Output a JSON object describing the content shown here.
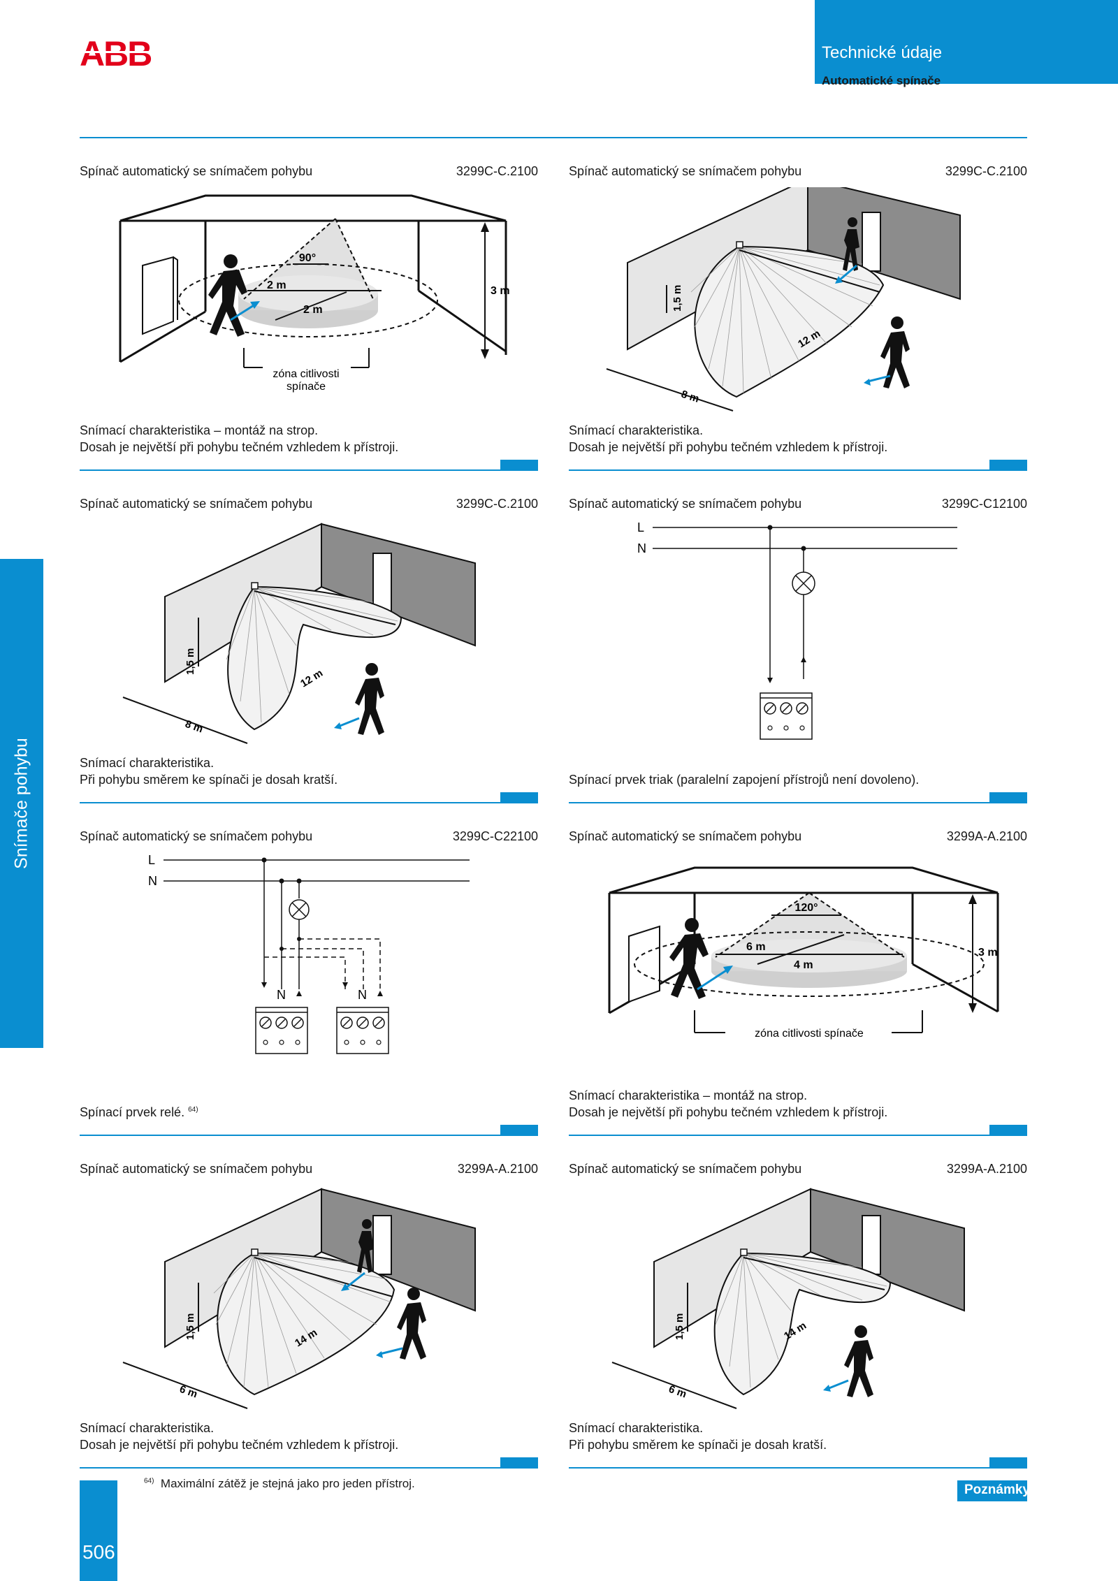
{
  "header": {
    "title": "Technické údaje",
    "subtitle": "Automatické spínače"
  },
  "logo_text": "ABB",
  "side_tab": "Snímače pohybu",
  "panels": [
    {
      "title": "Spínač automatický se snímačem pohybu",
      "code": "3299C-C.2100",
      "caption": [
        "Snímací charakteristika – montáž na strop.",
        "Dosah je největší při pohybu tečném vzhledem k přístroji."
      ],
      "labels": {
        "angle": "90°",
        "r1": "2 m",
        "r2": "2 m",
        "height": "3 m",
        "zone1": "zóna citlivosti",
        "zone2": "spínače"
      }
    },
    {
      "title": "Spínač automatický se snímačem pohybu",
      "code": "3299C-C.2100",
      "caption": [
        "Snímací charakteristika.",
        "Dosah je největší při pohybu tečném vzhledem k přístroji."
      ],
      "labels": {
        "height": "1,5 m",
        "range": "12 m",
        "width": "8 m"
      }
    },
    {
      "title": "Spínač automatický se snímačem pohybu",
      "code": "3299C-C.2100",
      "caption": [
        "Snímací charakteristika.",
        "Při pohybu směrem ke spínači je dosah kratší."
      ],
      "labels": {
        "height": "1,5 m",
        "range": "12 m",
        "width": "8 m"
      }
    },
    {
      "title": "Spínač automatický se snímačem pohybu",
      "code": "3299C-C12100",
      "caption": [
        "Spínací prvek triak (paralelní zapojení přístrojů není dovoleno)."
      ],
      "labels": {
        "L": "L",
        "N": "N"
      }
    },
    {
      "title": "Spínač automatický se snímačem pohybu",
      "code": "3299C-C22100",
      "caption": [
        "Spínací prvek relé."
      ],
      "footref": "64)",
      "labels": {
        "L": "L",
        "N": "N",
        "n1": "N",
        "n2": "N"
      }
    },
    {
      "title": "Spínač automatický se snímačem pohybu",
      "code": "3299A-A.2100",
      "caption": [
        "Snímací charakteristika – montáž na strop.",
        "Dosah je největší při pohybu tečném vzhledem k přístroji."
      ],
      "labels": {
        "angle": "120°",
        "r1": "6 m",
        "r2": "4 m",
        "height": "3 m",
        "zone": "zóna citlivosti spínače"
      }
    },
    {
      "title": "Spínač automatický se snímačem pohybu",
      "code": "3299A-A.2100",
      "caption": [
        "Snímací charakteristika.",
        "Dosah je největší při pohybu tečném vzhledem k přístroji."
      ],
      "labels": {
        "height": "1,5 m",
        "range": "14 m",
        "width": "6 m"
      }
    },
    {
      "title": "Spínač automatický se snímačem pohybu",
      "code": "3299A-A.2100",
      "caption": [
        "Snímací charakteristika.",
        "Při pohybu směrem ke spínači je dosah kratší."
      ],
      "labels": {
        "height": "1,5 m",
        "range": "14 m",
        "width": "6 m"
      }
    }
  ],
  "footnote": {
    "ref": "64)",
    "text": "Maximální zátěž je stejná jako pro jeden přístroj."
  },
  "page_number": "506",
  "notes_label": "Poznámky",
  "colors": {
    "accent": "#0a8ed0",
    "logo": "#e2001a",
    "wall": "#8c8c8c"
  }
}
